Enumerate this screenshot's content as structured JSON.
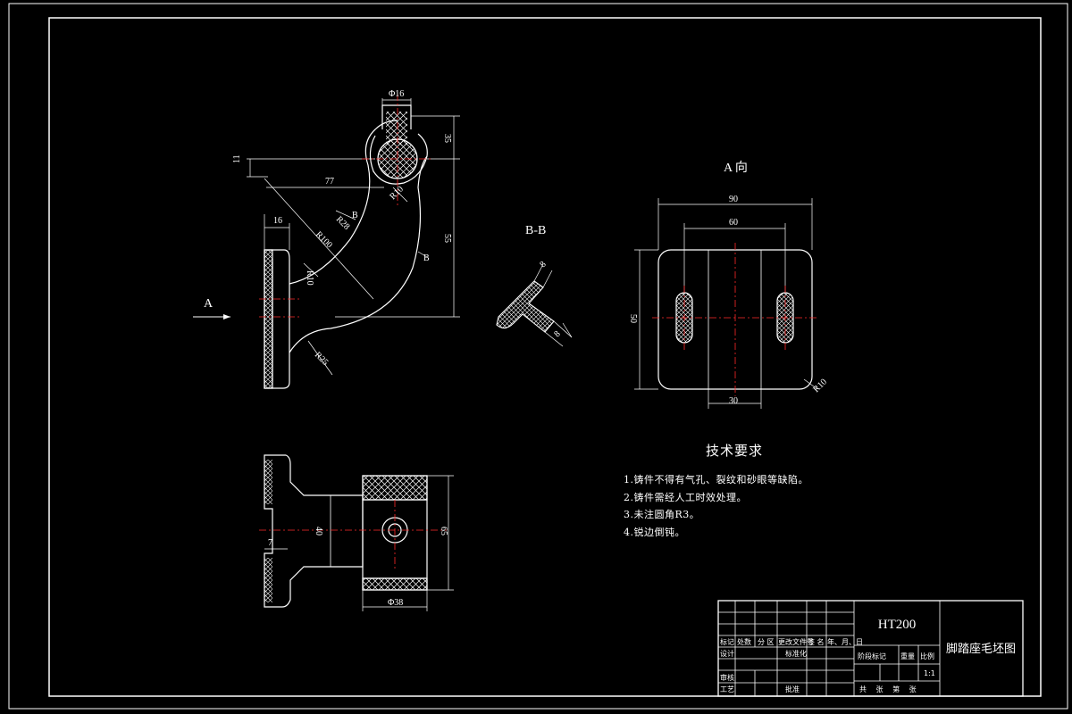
{
  "colors": {
    "background": "#000000",
    "outline": "#ffffff",
    "centerline": "#ff2a2a",
    "hatch": "#ffffff"
  },
  "views": {
    "main_arrow_label": "A",
    "section_label": "B-B",
    "section_mark": "B",
    "view_a_title": "A 向"
  },
  "dims": {
    "phi16": "Φ16",
    "d35": "35",
    "d11": "11",
    "d77": "77",
    "r10_top": "R10",
    "r28": "R28",
    "r100": "R100",
    "d16": "16",
    "d55": "55",
    "r10_low": "R10",
    "r25": "R25",
    "bb_8a": "8",
    "bb_8b": "8",
    "d90": "90",
    "d60": "60",
    "d50": "50",
    "d30": "30",
    "r10_a": "R10",
    "d7": "7",
    "d40": "40",
    "d65": "65",
    "phi38": "Φ38"
  },
  "notes": {
    "title": "技术要求",
    "items": [
      "1.铸件不得有气孔、裂纹和砂眼等缺陷。",
      "2.铸件需经人工时效处理。",
      "3.未注圆角R3。",
      "4.锐边倒钝。"
    ]
  },
  "title_block": {
    "material": "HT200",
    "drawing_name": "脚踏座毛坯图",
    "h_mark": "标记",
    "h_count": "处数",
    "h_zone": "分 区",
    "h_doc": "更改文件号",
    "h_sign": "签 名",
    "h_date": "年、月、日",
    "design": "设计",
    "standard": "标准化",
    "stage": "阶段标记",
    "weight": "重量",
    "scale_label": "比例",
    "scale": "1:1",
    "review": "审核",
    "process": "工艺",
    "approve": "批准",
    "sheets": "共 张 第 张"
  }
}
